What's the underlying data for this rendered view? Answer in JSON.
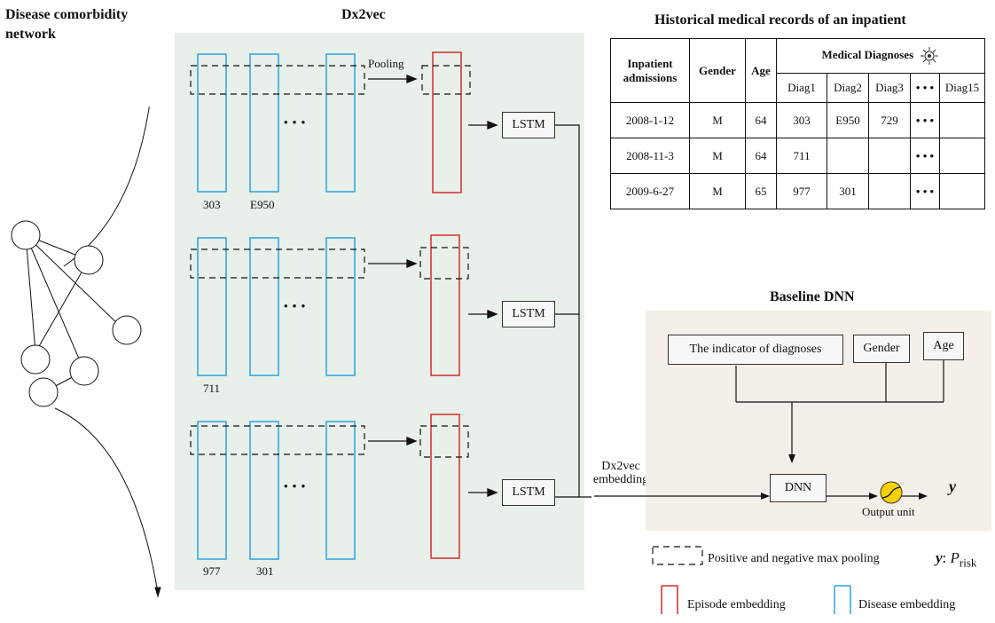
{
  "titles": {
    "network": "Disease comorbidity network",
    "dx2vec": "Dx2vec",
    "records": "Historical medical records of an inpatient",
    "baseline": "Baseline DNN"
  },
  "dx2vec_panel": {
    "pooling_label": "Pooling",
    "ellipsis": "• • •",
    "lstm_label": "LSTM",
    "embedding_label_line1": "Dx2vec",
    "embedding_label_line2": "embedding",
    "rows": [
      {
        "codes": [
          "303",
          "E950"
        ]
      },
      {
        "codes": [
          "711"
        ]
      },
      {
        "codes": [
          "977",
          "301"
        ]
      }
    ]
  },
  "records_table": {
    "headers": {
      "admissions": "Inpatient admissions",
      "gender": "Gender",
      "age": "Age",
      "diagnoses": "Medical Diagnoses"
    },
    "diag_columns": [
      "Diag1",
      "Diag2",
      "Diag3",
      "• • •",
      "Diag15"
    ],
    "rows": [
      {
        "date": "2008-1-12",
        "gender": "M",
        "age": "64",
        "diags": [
          "303",
          "E950",
          "729",
          "• • •",
          ""
        ]
      },
      {
        "date": "2008-11-3",
        "gender": "M",
        "age": "64",
        "diags": [
          "711",
          "",
          "",
          "• • •",
          ""
        ]
      },
      {
        "date": "2009-6-27",
        "gender": "M",
        "age": "65",
        "diags": [
          "977",
          "301",
          "",
          "• • •",
          ""
        ]
      }
    ]
  },
  "baseline_dnn": {
    "inputs": [
      "The indicator of diagnoses",
      "Gender",
      "Age"
    ],
    "dnn_label": "DNN",
    "output_label": "Output unit",
    "y_symbol": "y"
  },
  "legend": {
    "pooling": "Positive and negative max pooling",
    "y_symbol": "y",
    "p_risk_main": "P",
    "p_risk_sub": "risk",
    "episode": "Episode embedding",
    "disease": "Disease embedding"
  },
  "colors": {
    "disease_blue": "#2aa3e0",
    "episode_red": "#d62c2c",
    "panel_green": "#e8f0e9",
    "panel_beige": "#f4efe9",
    "output_yellow": "#f6d200"
  }
}
